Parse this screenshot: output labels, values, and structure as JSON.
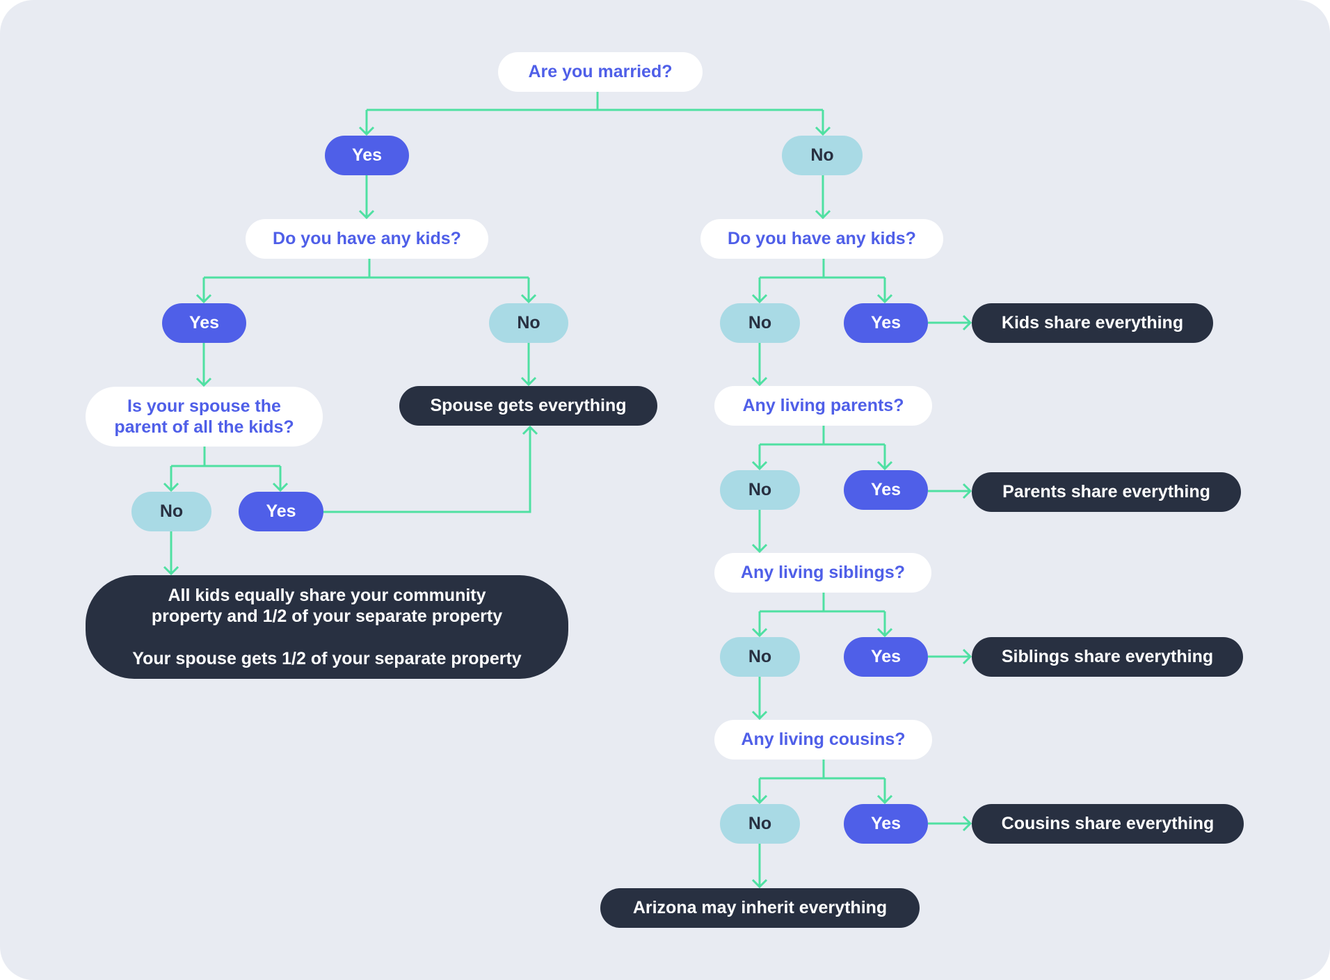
{
  "colors": {
    "background": "#e8ebf2",
    "question_text": "#4f5fe8",
    "yes_fill": "#4f5fe8",
    "no_fill": "#a9dae5",
    "result_fill": "#283041",
    "connector": "#4fe0a2"
  },
  "root": {
    "question": "Are you married?",
    "yes": "Yes",
    "no": "No"
  },
  "married": {
    "kids_question": "Do you have any kids?",
    "yes": "Yes",
    "no": "No",
    "no_result": "Spouse gets everything",
    "spouse_question": "Is your spouse the\nparent of all the kids?",
    "spouse_no": "No",
    "spouse_yes": "Yes",
    "shared_result_line1": "All kids equally share your community\nproperty and 1/2 of your separate property",
    "shared_result_line2": "Your spouse gets 1/2 of your separate property"
  },
  "unmarried": {
    "kids_question": "Do you have any kids?",
    "kids_no": "No",
    "kids_yes": "Yes",
    "kids_result": "Kids share everything",
    "parents_question": "Any living parents?",
    "parents_no": "No",
    "parents_yes": "Yes",
    "parents_result": "Parents share everything",
    "siblings_question": "Any living siblings?",
    "siblings_no": "No",
    "siblings_yes": "Yes",
    "siblings_result": "Siblings share everything",
    "cousins_question": "Any living cousins?",
    "cousins_no": "No",
    "cousins_yes": "Yes",
    "cousins_result": "Cousins share everything",
    "final_result": "Arizona may inherit everything"
  }
}
